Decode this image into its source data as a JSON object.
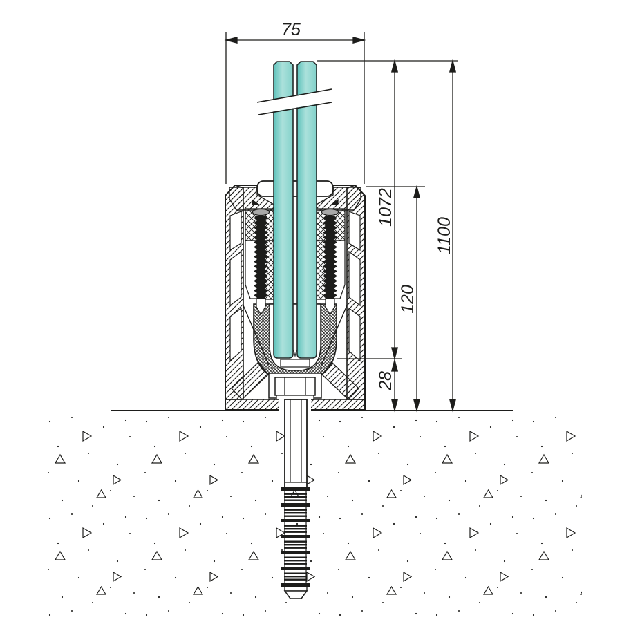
{
  "dimensions": {
    "profile_width": "75",
    "glass_height_above_base": "1072",
    "total_height": "1100",
    "profile_height": "120",
    "glass_bottom_offset": "28"
  },
  "colors": {
    "line": "#1d1d1b",
    "glass_dark": "#5ec2bb",
    "glass_light": "#abe1db",
    "glass_mid": "#82d1ca",
    "screw_head": "#a8a8a8",
    "background": "#ffffff"
  }
}
